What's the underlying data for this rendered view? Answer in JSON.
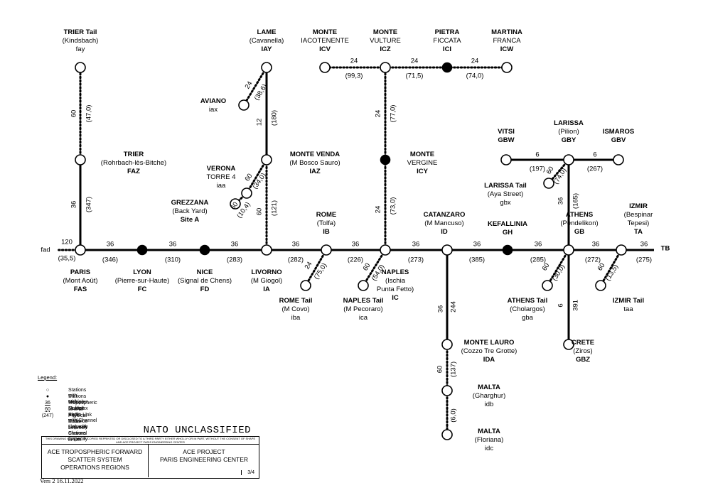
{
  "stations": [
    {
      "id": "trier_tail",
      "name": "TRIER Tail",
      "sub": "(Kindsbach)",
      "code": "fay",
      "multiplex": true
    },
    {
      "id": "lame",
      "name": "LAME",
      "sub": "(Cavanella)",
      "code": "IAY",
      "multiplex": true
    },
    {
      "id": "monte_iacotenente",
      "name": "MONTE",
      "sub": "IACOTENENTE",
      "code": "ICV",
      "multiplex": true
    },
    {
      "id": "monte_vulture",
      "name": "MONTE",
      "sub": "VULTURE",
      "code": "ICZ",
      "multiplex": true
    },
    {
      "id": "pietra_ficcata",
      "name": "PIETRA",
      "sub": "FICCATA",
      "code": "ICI",
      "multiplex": false
    },
    {
      "id": "martina_franca",
      "name": "MARTINA",
      "sub": "FRANCA",
      "code": "ICW",
      "multiplex": true
    },
    {
      "id": "aviano",
      "name": "AVIANO",
      "sub": "iax",
      "code": "",
      "multiplex": true
    },
    {
      "id": "trier",
      "name": "TRIER",
      "sub": "(Rohrbach-lès-Bitche)",
      "code": "FAZ",
      "multiplex": true
    },
    {
      "id": "verona",
      "name": "VERONA",
      "sub": "TORRE 4",
      "code": "iaa",
      "multiplex": true
    },
    {
      "id": "monte_venda",
      "name": "MONTE VENDA",
      "sub": "(M Bosco Sauro)",
      "code": "IAZ",
      "multiplex": true
    },
    {
      "id": "monte_vergine",
      "name": "MONTE",
      "sub": "VERGINE",
      "code": "ICY",
      "multiplex": false
    },
    {
      "id": "vitsi",
      "name": "VITSI",
      "sub": "GBW",
      "code": "",
      "multiplex": true
    },
    {
      "id": "larissa",
      "name": "LARISSA",
      "sub": "(Pilion)",
      "code": "GBY",
      "multiplex": true
    },
    {
      "id": "ismaros",
      "name": "ISMAROS",
      "sub": "GBV",
      "code": "",
      "multiplex": true
    },
    {
      "id": "larissa_tail",
      "name": "LARISSA Tail",
      "sub": "(Aya Street)",
      "code": "gbx",
      "multiplex": true
    },
    {
      "id": "grezzana",
      "name": "GREZZANA",
      "sub": "(Back Yard)",
      "code": "Site A",
      "multiplex": true
    },
    {
      "id": "rome",
      "name": "ROME",
      "sub": "(Tolfa)",
      "code": "IB",
      "multiplex": true
    },
    {
      "id": "catanzaro",
      "name": "CATANZARO",
      "sub": "(M Mancuso)",
      "code": "ID",
      "multiplex": true
    },
    {
      "id": "kefallinia",
      "name": "KEFALLINIA",
      "sub": "GH",
      "code": "",
      "multiplex": false
    },
    {
      "id": "athens",
      "name": "ATHENS",
      "sub": "(Pendelikon)",
      "code": "GB",
      "multiplex": true
    },
    {
      "id": "izmir",
      "name": "IZMIR",
      "sub": "(Bespinar",
      "code": "Tepesi)",
      "code4": "TA",
      "multiplex": true
    },
    {
      "id": "paris",
      "name": "PARIS",
      "sub": "(Mont Aoüt)",
      "code": "FAS",
      "multiplex": true
    },
    {
      "id": "lyon",
      "name": "LYON",
      "sub": "(Pierre-sur-Haute)",
      "code": "FC",
      "multiplex": false
    },
    {
      "id": "nice",
      "name": "NICE",
      "sub": "(Signal de Chens)",
      "code": "FD",
      "multiplex": false
    },
    {
      "id": "livorno",
      "name": "LIVORNO",
      "sub": "(M Giogol)",
      "code": "IA",
      "multiplex": true
    },
    {
      "id": "naples",
      "name": "NAPLES",
      "sub": "(Ischia",
      "code": "Punta Fetto)",
      "code4": "IC",
      "multiplex": true
    },
    {
      "id": "rome_tail",
      "name": "ROME Tail",
      "sub": "(M Covo)",
      "code": "iba",
      "multiplex": true
    },
    {
      "id": "naples_tail",
      "name": "NAPLES Tail",
      "sub": "(M Pecoraro)",
      "code": "ica",
      "multiplex": true
    },
    {
      "id": "athens_tail",
      "name": "ATHENS Tail",
      "sub": "(Cholargos)",
      "code": "gba",
      "multiplex": true
    },
    {
      "id": "izmir_tail",
      "name": "IZMIR Tail",
      "sub": "taa",
      "code": "",
      "multiplex": true
    },
    {
      "id": "crete",
      "name": "CRETE",
      "sub": "(Ziros)",
      "code": "GBZ",
      "multiplex": true
    },
    {
      "id": "monte_lauro",
      "name": "MONTE LAURO",
      "sub": "(Cozzo Tre Grotte)",
      "code": "IDA",
      "multiplex": true
    },
    {
      "id": "malta_gharghur",
      "name": "MALTA",
      "sub": "(Gharghur)",
      "code": "idb",
      "multiplex": true
    },
    {
      "id": "malta_floriana",
      "name": "MALTA",
      "sub": "(Floriana)",
      "code": "idc",
      "multiplex": true
    }
  ],
  "links": [
    {
      "from": "paris",
      "to": "trier",
      "kind": "tropo",
      "capacity": "36",
      "distance": "(347)"
    },
    {
      "from": "trier",
      "to": "trier_tail",
      "kind": "los",
      "capacity": "60",
      "distance": "(47,0)"
    },
    {
      "from": "paris",
      "to": "lyon",
      "kind": "tropo",
      "capacity": "36",
      "distance": "(346)"
    },
    {
      "from": "lyon",
      "to": "nice",
      "kind": "tropo",
      "capacity": "36",
      "distance": "(310)"
    },
    {
      "from": "nice",
      "to": "livorno",
      "kind": "tropo",
      "capacity": "36",
      "distance": "(283)"
    },
    {
      "from": "livorno",
      "to": "rome",
      "kind": "tropo",
      "capacity": "36",
      "distance": "(282)"
    },
    {
      "from": "rome",
      "to": "naples",
      "kind": "tropo",
      "capacity": "36",
      "distance": "(226)"
    },
    {
      "from": "naples",
      "to": "catanzaro",
      "kind": "tropo",
      "capacity": "36",
      "distance": "(273)"
    },
    {
      "from": "catanzaro",
      "to": "kefallinia",
      "kind": "tropo",
      "capacity": "36",
      "distance": "(385)"
    },
    {
      "from": "kefallinia",
      "to": "athens",
      "kind": "tropo",
      "capacity": "36",
      "distance": "(285)"
    },
    {
      "from": "athens",
      "to": "izmir",
      "kind": "tropo",
      "capacity": "36",
      "distance": "(272)"
    },
    {
      "from": "izmir",
      "to": "tb",
      "kind": "tropo",
      "capacity": "36",
      "distance": "(275)"
    },
    {
      "from": "livorno",
      "to": "monte_venda",
      "kind": "los",
      "capacity": "60",
      "distance": "(121)"
    },
    {
      "from": "monte_venda",
      "to": "lame",
      "kind": "tropo",
      "capacity": "12",
      "distance": "(180)"
    },
    {
      "from": "lame",
      "to": "aviano",
      "kind": "los",
      "capacity": "24",
      "distance": "(38,6)"
    },
    {
      "from": "monte_venda",
      "to": "verona",
      "kind": "los",
      "capacity": "60",
      "distance": "(34,0)"
    },
    {
      "from": "verona",
      "to": "grezzana",
      "kind": "los",
      "capacity": "60",
      "distance": "(10,4)"
    },
    {
      "from": "rome",
      "to": "rome_tail",
      "kind": "los",
      "capacity": "24",
      "distance": "(75,0)"
    },
    {
      "from": "naples",
      "to": "naples_tail",
      "kind": "los",
      "capacity": "60",
      "distance": "(54,0)"
    },
    {
      "from": "naples",
      "to": "monte_vergine",
      "kind": "los",
      "capacity": "24",
      "distance": "(73,0)"
    },
    {
      "from": "monte_vergine",
      "to": "monte_vulture",
      "kind": "los",
      "capacity": "24",
      "distance": "(77,0)"
    },
    {
      "from": "monte_vulture",
      "to": "monte_iacotenente",
      "kind": "los",
      "capacity": "24",
      "distance": "(99,3)"
    },
    {
      "from": "monte_vulture",
      "to": "pietra_ficcata",
      "kind": "los",
      "capacity": "24",
      "distance": "(71,5)"
    },
    {
      "from": "pietra_ficcata",
      "to": "martina_franca",
      "kind": "los",
      "capacity": "24",
      "distance": "(74,0)"
    },
    {
      "from": "catanzaro",
      "to": "monte_lauro",
      "kind": "tropo",
      "capacity": "36",
      "distance": "244"
    },
    {
      "from": "monte_lauro",
      "to": "malta_gharghur",
      "kind": "los",
      "capacity": "60",
      "distance": "(137)"
    },
    {
      "from": "malta_gharghur",
      "to": "malta_floriana",
      "kind": "los",
      "capacity": "",
      "distance": "(6,0)"
    },
    {
      "from": "athens",
      "to": "larissa",
      "kind": "tropo",
      "capacity": "36",
      "distance": "(165)"
    },
    {
      "from": "larissa",
      "to": "vitsi",
      "kind": "tropo",
      "capacity": "6",
      "distance": "(197)"
    },
    {
      "from": "larissa",
      "to": "ismaros",
      "kind": "tropo",
      "capacity": "6",
      "distance": "(267)"
    },
    {
      "from": "larissa",
      "to": "larissa_tail",
      "kind": "los",
      "capacity": "60",
      "distance": "(74,0)"
    },
    {
      "from": "athens",
      "to": "athens_tail",
      "kind": "los",
      "capacity": "60",
      "distance": "(30,0)"
    },
    {
      "from": "izmir",
      "to": "izmir_tail",
      "kind": "los",
      "capacity": "60",
      "distance": "(13,5)"
    },
    {
      "from": "athens",
      "to": "crete",
      "kind": "tropo",
      "capacity": "6",
      "distance": "391"
    },
    {
      "from": "paris",
      "to": "fad",
      "kind": "los",
      "capacity": "120",
      "distance": "(35,5)"
    }
  ],
  "terminals": {
    "fad": "fad",
    "tb": "TB"
  },
  "legend": {
    "title": "Legend:",
    "items": [
      {
        "symbol": "○",
        "text": "Stations with Multiplex"
      },
      {
        "symbol": "●",
        "text": "Stations with no Multiplex"
      },
      {
        "symbol": "36",
        "text": "Tropospheric Scatter Radio Link with Channel Capacity"
      },
      {
        "symbol": "60",
        "text": "Line-of-Sight Radio Link with Channel Capacity"
      },
      {
        "symbol": "(247)",
        "text": "Physical Distance between Stations in Km"
      }
    ]
  },
  "titleblock": {
    "classification": "NATO UNCLASSIFIED",
    "note": "THIS DRAWING MUST NOT BE COPIED REPRINTED OR DISCLOSED TO A THIRD PARTY EITHER WHOLLY OR IN PART, WITHOUT THE CONSENT OF SHAPE AND ACE PROJECT PARIS ENGINEERING CENTER",
    "left": [
      "ACE TROPOSPHERIC FORWARD",
      "SCATTER SYSTEM",
      "OPERATIONS REGIONS"
    ],
    "right": [
      "ACE PROJECT",
      "PARIS ENGINEERING CENTER"
    ],
    "sheet": "3/4"
  },
  "version": "Vers 2 16.11.2022"
}
